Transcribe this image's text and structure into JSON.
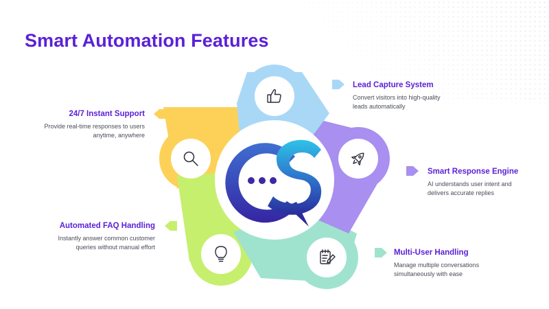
{
  "title": "Smart Automation Features",
  "center_logo": {
    "text": "CS",
    "colors": {
      "dark": "#3a2aa6",
      "light": "#2fb5e0"
    }
  },
  "features": {
    "lead_capture": {
      "title": "Lead Capture System",
      "description": "Convert visitors into high-quality leads automatically",
      "icon": "thumbs-up-icon",
      "color": "#a9d8f7"
    },
    "smart_response": {
      "title": "Smart Response Engine",
      "description": "AI understands user intent and delivers accurate replies",
      "icon": "rocket-icon",
      "color": "#a88ff0"
    },
    "multi_user": {
      "title": "Multi-User Handling",
      "description": "Manage multiple conversations simultaneously with ease",
      "icon": "clipboard-pen-icon",
      "color": "#9fe3cf"
    },
    "faq": {
      "title": "Automated FAQ Handling",
      "description": "Instantly answer common customer queries without manual effort",
      "icon": "lightbulb-icon",
      "color": "#c6ef6e"
    },
    "support": {
      "title": "24/7 Instant Support",
      "description": "Provide real-time responses to users anytime, anywhere",
      "icon": "search-icon",
      "color": "#fdd158"
    }
  }
}
